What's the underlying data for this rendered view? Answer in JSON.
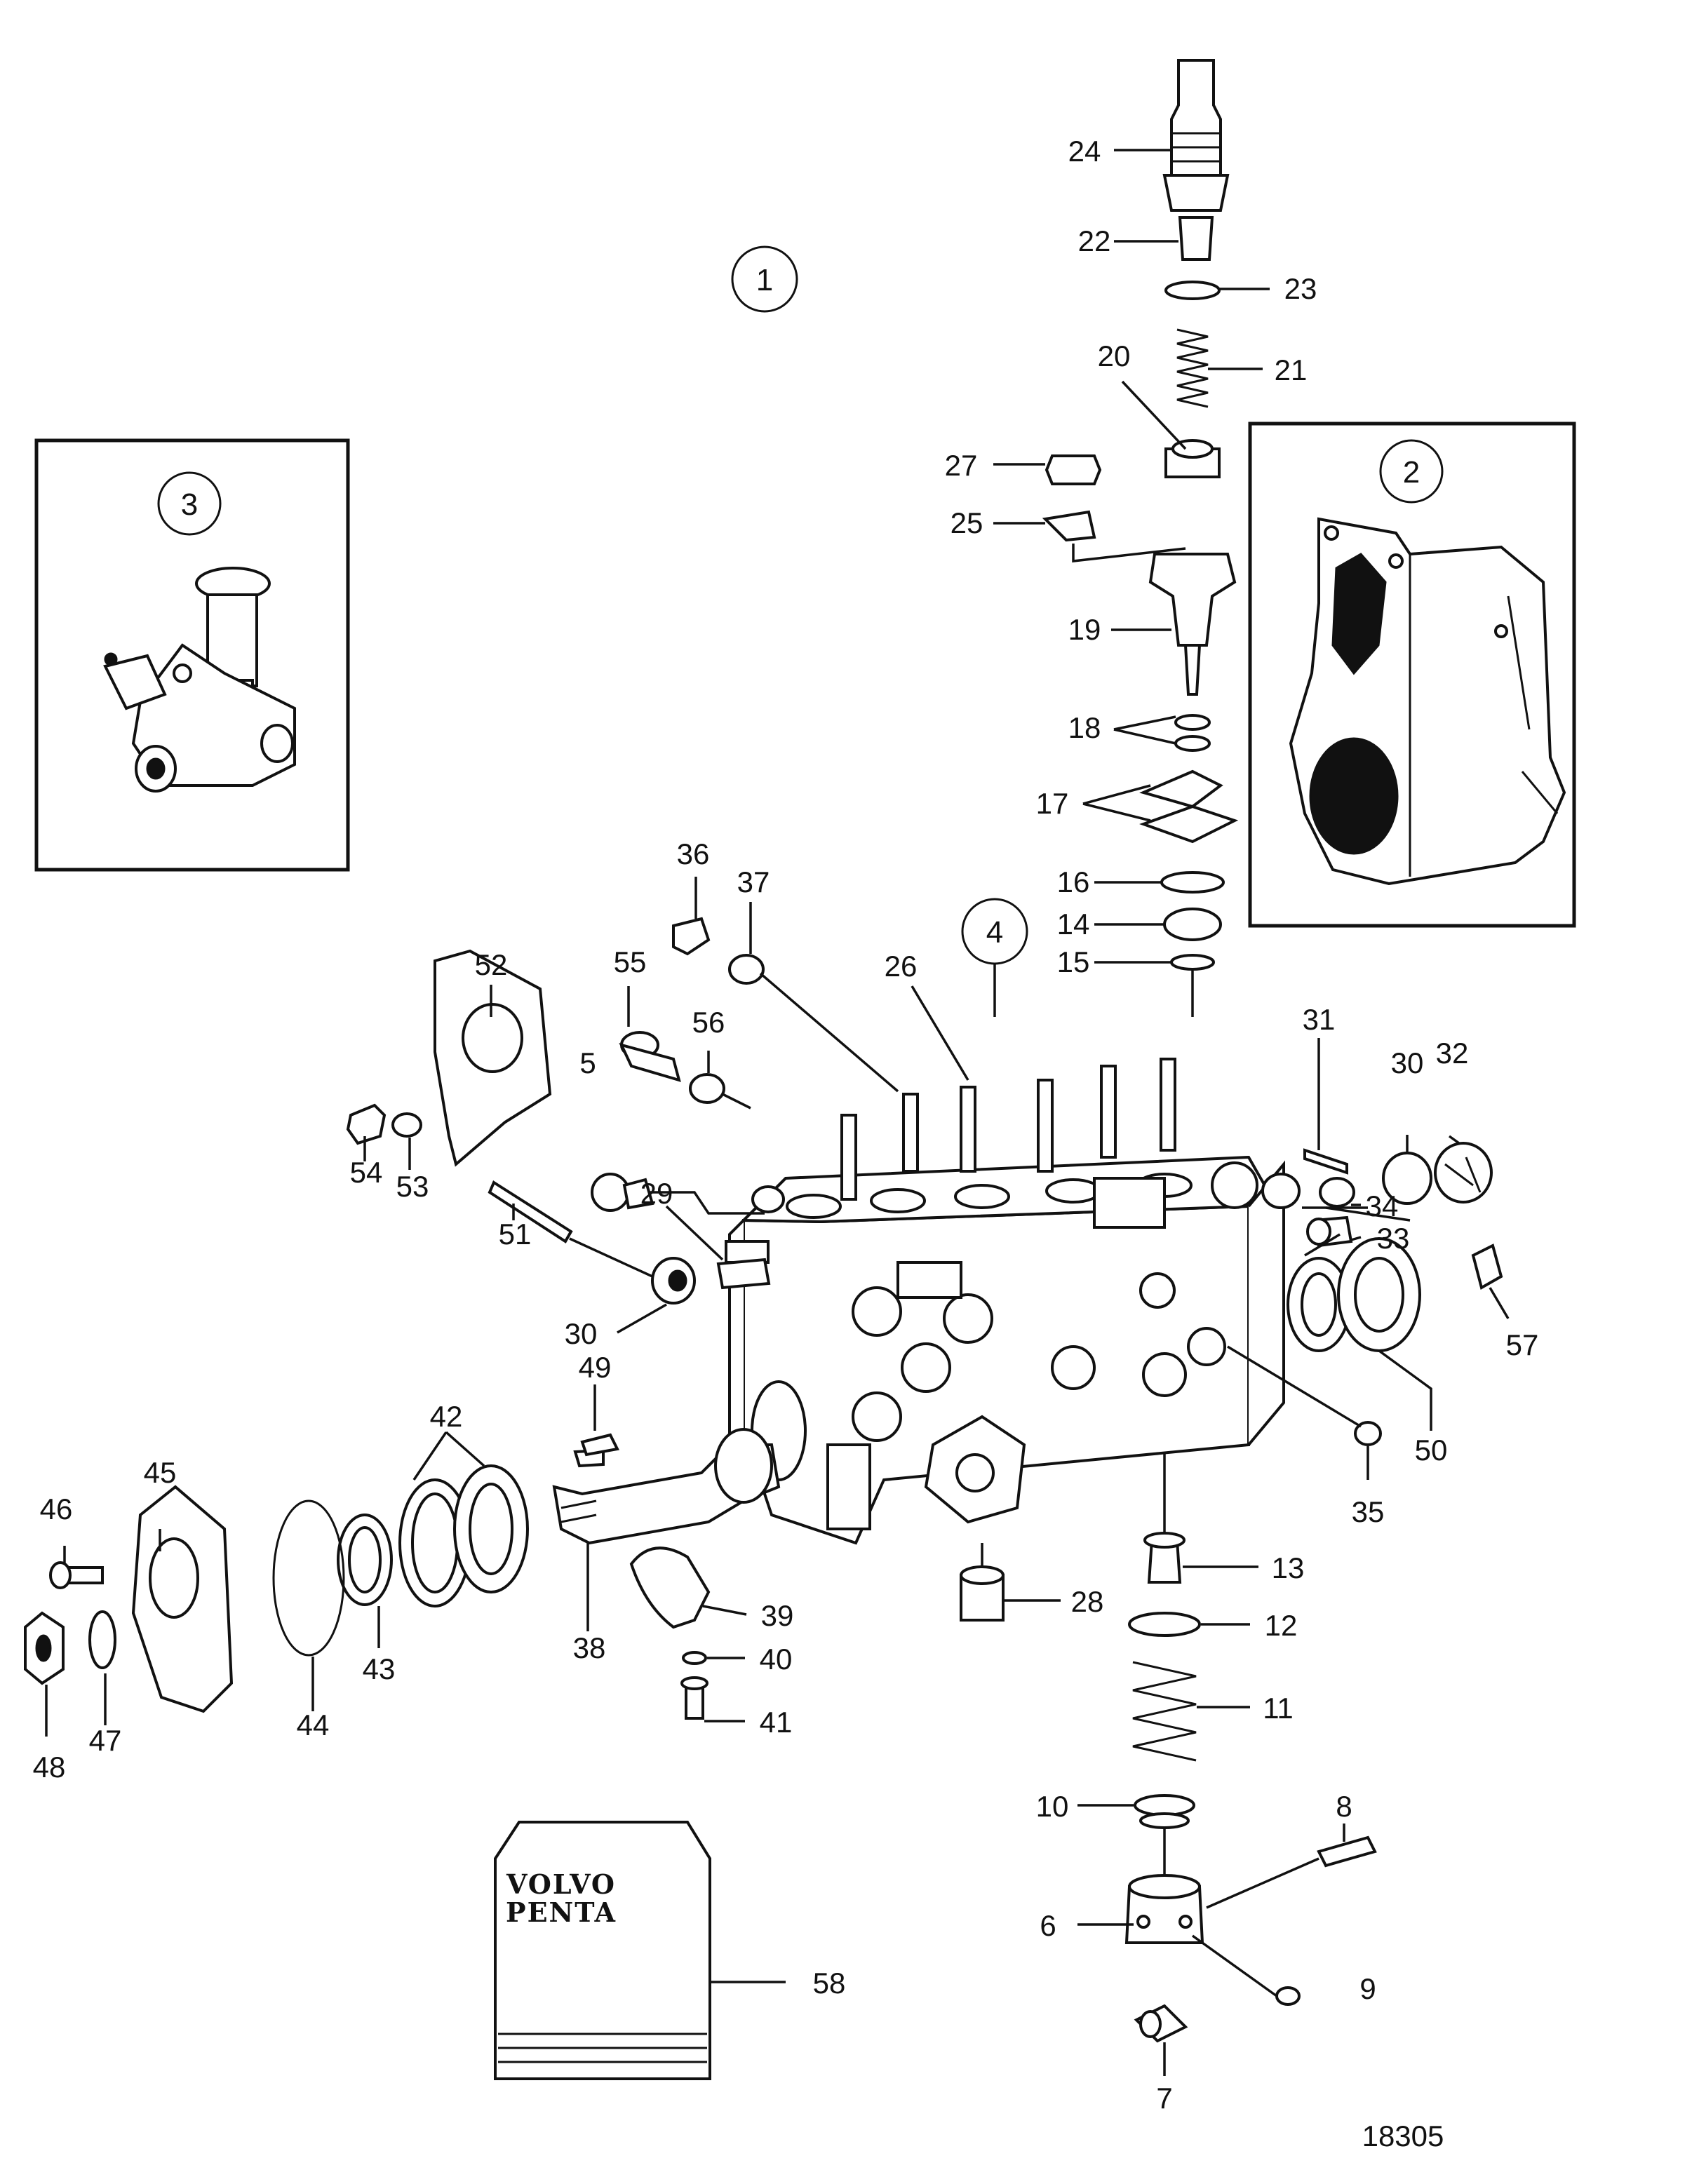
{
  "circled_labels": {
    "c1": "1",
    "c2": "2",
    "c3": "3",
    "c4": "4"
  },
  "callouts": {
    "n5": "5",
    "n6": "6",
    "n7": "7",
    "n8": "8",
    "n9": "9",
    "n10": "10",
    "n11": "11",
    "n12": "12",
    "n13": "13",
    "n14": "14",
    "n15": "15",
    "n16": "16",
    "n17": "17",
    "n18": "18",
    "n19": "19",
    "n20": "20",
    "n21": "21",
    "n22": "22",
    "n23": "23",
    "n24": "24",
    "n25": "25",
    "n26": "26",
    "n27": "27",
    "n28": "28",
    "n29": "29",
    "n30a": "30",
    "n30b": "30",
    "n31": "31",
    "n32": "32",
    "n33": "33",
    "n34": "34",
    "n35": "35",
    "n36": "36",
    "n37": "37",
    "n38": "38",
    "n39": "39",
    "n40": "40",
    "n41": "41",
    "n42": "42",
    "n43": "43",
    "n44": "44",
    "n45": "45",
    "n46": "46",
    "n47": "47",
    "n48": "48",
    "n49": "49",
    "n50": "50",
    "n51": "51",
    "n52": "52",
    "n53": "53",
    "n54": "54",
    "n55": "55",
    "n56": "56",
    "n57": "57",
    "n58": "58"
  },
  "logo": {
    "line1": "VOLVO",
    "line2": "PENTA"
  },
  "figure_id": "18305"
}
